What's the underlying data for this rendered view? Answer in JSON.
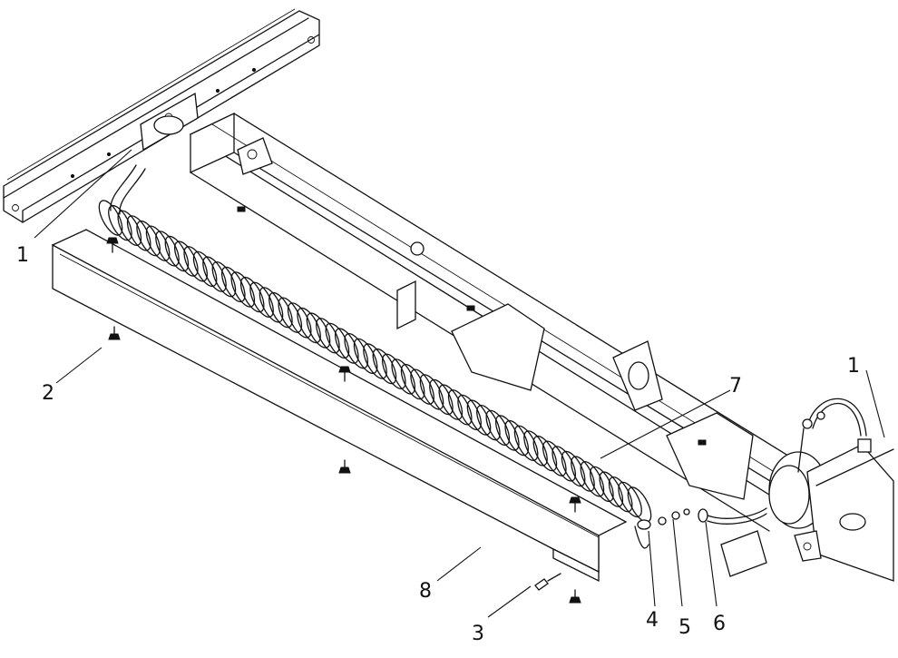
{
  "callouts": [
    {
      "id": "c1a",
      "label": "1"
    },
    {
      "id": "c1b",
      "label": "1"
    },
    {
      "id": "c2",
      "label": "2"
    },
    {
      "id": "c3",
      "label": "3"
    },
    {
      "id": "c4",
      "label": "4"
    },
    {
      "id": "c5",
      "label": "5"
    },
    {
      "id": "c6",
      "label": "6"
    },
    {
      "id": "c7",
      "label": "7"
    },
    {
      "id": "c8",
      "label": "8"
    }
  ]
}
